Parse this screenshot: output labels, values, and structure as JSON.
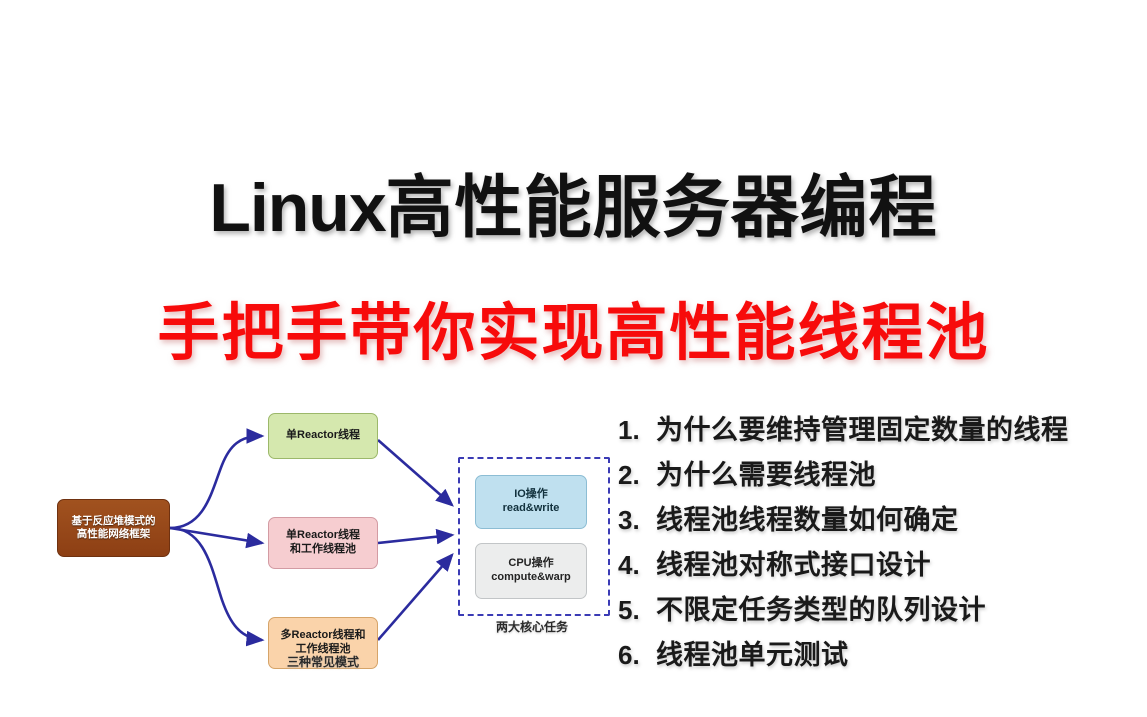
{
  "slide": {
    "background_color": "#ffffff",
    "title_main": "Linux 高性能服务器编程",
    "title_main_latin": "Linux",
    "title_main_cjk": "高性能服务器编程",
    "title_main_color": "#111111",
    "title_sub": "手把手带你实现高性能线程池",
    "title_sub_color": "#f70b0b"
  },
  "agenda": {
    "items": [
      {
        "num": "1.",
        "text": "为什么要维持管理固定数量的线程"
      },
      {
        "num": "2.",
        "text": "为什么需要线程池"
      },
      {
        "num": "3.",
        "text": "线程池线程数量如何确定"
      },
      {
        "num": "4.",
        "text": "线程池对称式接口设计"
      },
      {
        "num": "5.",
        "text": "不限定任务类型的队列设计"
      },
      {
        "num": "6.",
        "text": "线程池单元测试"
      }
    ]
  },
  "diagram": {
    "root": {
      "line1": "基于反应堆模式的",
      "line2": "高性能网络框架",
      "color": "#9c4a1c"
    },
    "patterns": [
      {
        "line1": "单Reactor线程",
        "line2": "",
        "color": "#d5e8ae"
      },
      {
        "line1": "单Reactor线程",
        "line2": "和工作线程池",
        "color": "#f6cdd0"
      },
      {
        "line1": "多Reactor线程和",
        "line2": "工作线程池",
        "color": "#fad3aa"
      }
    ],
    "tasks": [
      {
        "line1": "IO操作",
        "line2": "read&write",
        "color": "#bfe0ef"
      },
      {
        "line1": "CPU操作",
        "line2": "compute&warp",
        "color": "#eceded"
      }
    ],
    "caption_patterns": "三种常见模式",
    "caption_tasks": "两大核心任务",
    "arrow_color": "#2b2b9e",
    "dashed_border_color": "#3b3bb5"
  }
}
